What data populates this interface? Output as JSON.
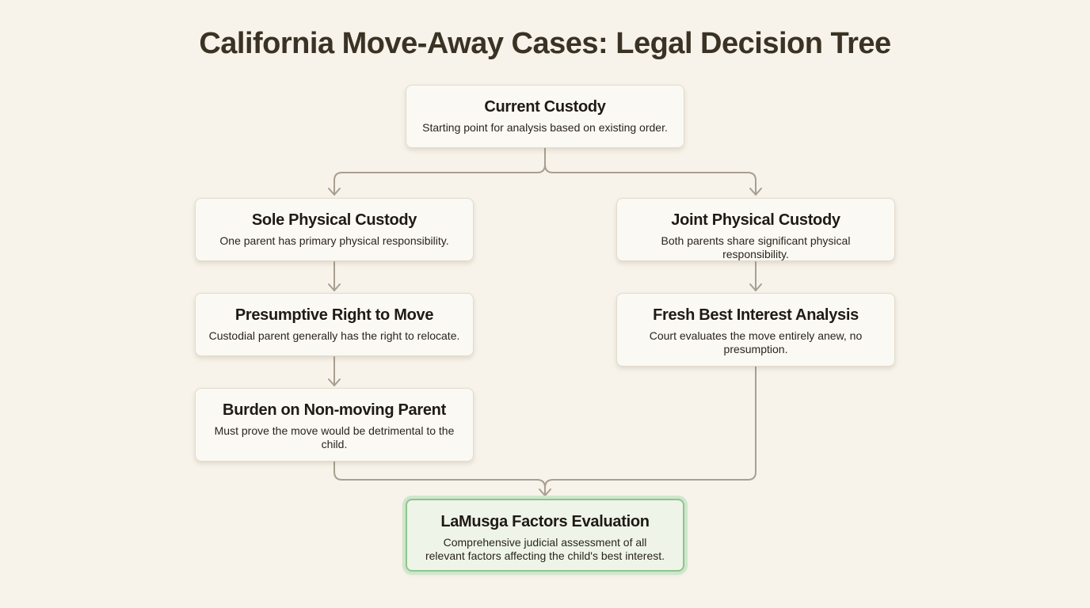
{
  "title": "California Move-Away Cases: Legal Decision Tree",
  "colors": {
    "background": "#f7f3ea",
    "node_fill": "#fbf9f4",
    "node_border": "#e2dbcd",
    "connector": "#a89f90",
    "final_fill": "#eef5e8",
    "final_border": "#8fc48f",
    "title_text": "#3a3224"
  },
  "nodes": {
    "current_custody": {
      "title": "Current Custody",
      "description": "Starting point for analysis based on existing order."
    },
    "sole_physical": {
      "title": "Sole Physical Custody",
      "description": "One parent has primary physical responsibility."
    },
    "joint_physical": {
      "title": "Joint Physical Custody",
      "description": "Both parents share significant physical responsibility."
    },
    "presumptive_right": {
      "title": "Presumptive Right to Move",
      "description": "Custodial parent generally has the right to relocate."
    },
    "fresh_analysis": {
      "title": "Fresh Best Interest Analysis",
      "description": "Court evaluates the move entirely anew, no presumption."
    },
    "burden": {
      "title": "Burden on Non-moving Parent",
      "description": "Must prove the move would be detrimental to the child."
    },
    "lamusga": {
      "title": "LaMusga Factors Evaluation",
      "description": "Comprehensive judicial assessment of all relevant factors affecting the child's best interest."
    }
  },
  "edges": [
    {
      "from": "Current Custody",
      "to": "Sole Physical Custody"
    },
    {
      "from": "Current Custody",
      "to": "Joint Physical Custody"
    },
    {
      "from": "Sole Physical Custody",
      "to": "Presumptive Right to Move"
    },
    {
      "from": "Joint Physical Custody",
      "to": "Fresh Best Interest Analysis"
    },
    {
      "from": "Presumptive Right to Move",
      "to": "Burden on Non-moving Parent"
    },
    {
      "from": "Burden on Non-moving Parent",
      "to": "LaMusga Factors Evaluation"
    },
    {
      "from": "Fresh Best Interest Analysis",
      "to": "LaMusga Factors Evaluation"
    }
  ]
}
